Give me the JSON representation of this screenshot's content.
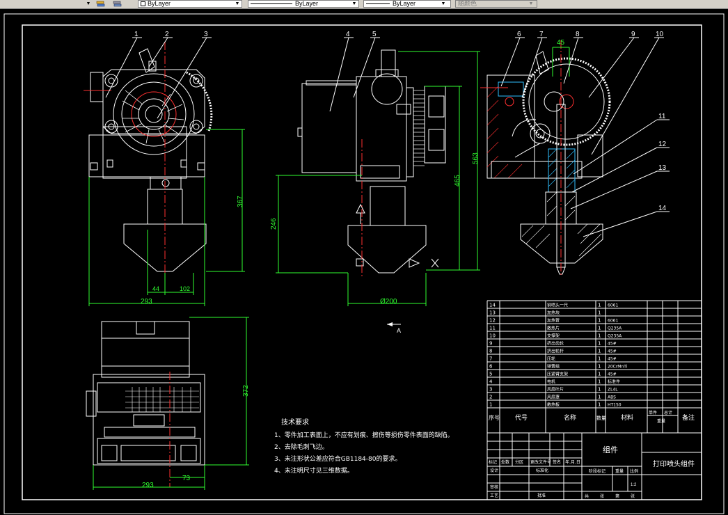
{
  "toolbar": {
    "layer_dropdown": "ByLayer",
    "linetype_dropdown": "ByLayer",
    "lineweight_dropdown": "ByLayer",
    "plotstyle_dropdown": "随颜色"
  },
  "balloons": [
    "1",
    "2",
    "3",
    "4",
    "5",
    "6",
    "7",
    "8",
    "9",
    "10",
    "11",
    "12",
    "13",
    "14"
  ],
  "dims": {
    "front_width": "293",
    "front_height": "367",
    "front_w44": "44",
    "front_w102": "102",
    "side_h246": "246",
    "side_h465": "465",
    "side_h563": "563",
    "side_dia": "Ø200",
    "section_45": "45",
    "top_h372": "372",
    "top_w293": "293",
    "top_w73": "73",
    "view_a": "A"
  },
  "notes": {
    "title": "技术要求",
    "items": [
      "1、零件加工表面上，不应有划痕、擦伤等损伤零件表面的缺陷。",
      "2、去除毛刺飞边。",
      "3、未注形状公差应符合GB1184-80的要求。",
      "4、未注明尺寸见三维数据。"
    ]
  },
  "bom": {
    "rows": [
      {
        "no": "14",
        "name": "铜喷头一尺",
        "qty": "1",
        "mat": "6061"
      },
      {
        "no": "13",
        "name": "加热块",
        "qty": "1",
        "mat": ""
      },
      {
        "no": "12",
        "name": "加热管",
        "qty": "1",
        "mat": "6061"
      },
      {
        "no": "11",
        "name": "散热片",
        "qty": "1",
        "mat": "Q235A"
      },
      {
        "no": "10",
        "name": "支撑架",
        "qty": "1",
        "mat": "Q235A"
      },
      {
        "no": "9",
        "name": "挤出齿轮",
        "qty": "1",
        "mat": "45#"
      },
      {
        "no": "8",
        "name": "挤出轮杆",
        "qty": "1",
        "mat": "45#"
      },
      {
        "no": "7",
        "name": "压轮",
        "qty": "1",
        "mat": "45#"
      },
      {
        "no": "6",
        "name": "弹簧组",
        "qty": "1",
        "mat": "20CrMnTi"
      },
      {
        "no": "5",
        "name": "压紧臂支架",
        "qty": "1",
        "mat": "45#"
      },
      {
        "no": "4",
        "name": "电机",
        "qty": "1",
        "mat": "标准件"
      },
      {
        "no": "3",
        "name": "风扇叶片",
        "qty": "1",
        "mat": "ZL4L"
      },
      {
        "no": "2",
        "name": "风扇罩",
        "qty": "1",
        "mat": "ABS"
      },
      {
        "no": "1",
        "name": "散热板",
        "qty": "1",
        "mat": "HT150"
      }
    ],
    "header": {
      "no": "序号",
      "code": "代号",
      "name": "名称",
      "qty": "数量",
      "mat": "材料",
      "single": "单件",
      "total": "总计",
      "weight": "重量",
      "remark": "备注"
    }
  },
  "titleblock": {
    "assembly": "组件",
    "drawing_name": "打印喷头组件",
    "mark": "标记",
    "count": "处数",
    "zone": "分区",
    "change_doc": "更改文件号",
    "sign": "签名",
    "date": "年.月.日",
    "design": "设计",
    "standard": "标准化",
    "review": "审核",
    "process": "工艺",
    "approve": "批准",
    "stage_mark": "阶段标记",
    "weight": "重量",
    "scale": "比例",
    "scale_val": "1:2",
    "sheets": "共",
    "sheet": "张",
    "no_sheet": "第",
    "no_sheet2": "张"
  }
}
